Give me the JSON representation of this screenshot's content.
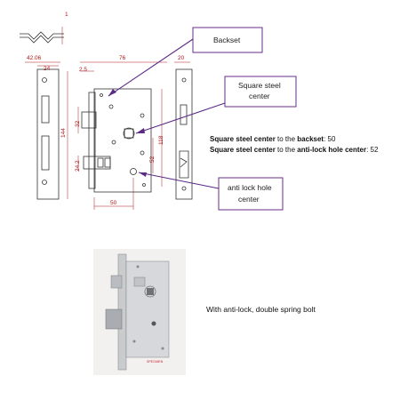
{
  "callouts": {
    "backset": "Backset",
    "square_steel_center_line1": "Square steel",
    "square_steel_center_line2": "center",
    "anti_lock_line1": "anti lock hole",
    "anti_lock_line2": "center"
  },
  "dimensions": {
    "d1": "1",
    "d42": "42.06",
    "d24": "24",
    "d25": "2.5",
    "d76": "76",
    "d20": "20",
    "d32": "32",
    "d144": "144",
    "d118": "118",
    "d52": "52",
    "d242": "24.2",
    "d50": "50"
  },
  "notes": {
    "line1_bold": "Square steel center",
    "line1_text": " to the ",
    "line1_bold2": "backset",
    "line1_value": ": 50",
    "line2_bold": "Square steel center",
    "line2_text": " to the ",
    "line2_bold2": "anti-lock hole center",
    "line2_value": ": 52"
  },
  "photo": {
    "caption": "With anti-lock, double spring bolt",
    "label": "SPECIMEN"
  },
  "colors": {
    "callout_border": "#6a2c8a",
    "arrow": "#5b2a86",
    "dimension": "#b01818",
    "drawing_line": "#333333"
  }
}
